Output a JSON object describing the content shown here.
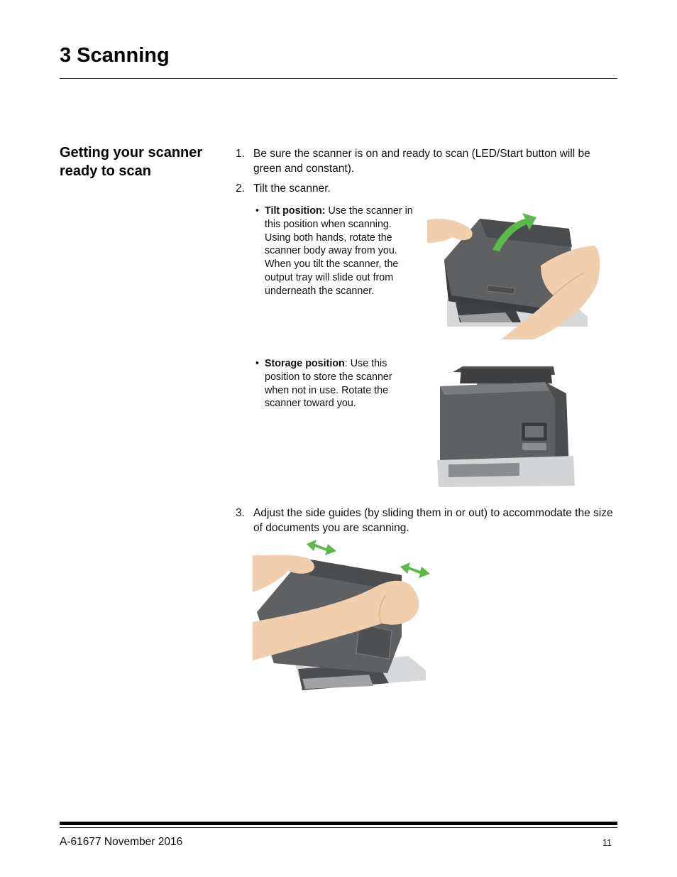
{
  "chapter": {
    "title": "3 Scanning"
  },
  "section": {
    "heading": "Getting your scanner ready to scan"
  },
  "steps": [
    {
      "num": "1.",
      "text": "Be sure the scanner is on and ready to scan (LED/Start button will be green and constant)."
    },
    {
      "num": "2.",
      "text": "Tilt the scanner."
    },
    {
      "num": "3.",
      "text": "Adjust the side guides (by sliding them in or out) to accommodate the size of documents you are scanning."
    }
  ],
  "bullets": [
    {
      "bullet": "•",
      "label": "Tilt position:",
      "text": "Use the scanner in this position when scanning. Using both hands, rotate the scanner body away from you. When you tilt the scanner, the output tray will slide out from underneath the scanner."
    },
    {
      "bullet": "•",
      "label": "Storage position",
      "text": ": Use this position to store the scanner when not in use. Rotate the scanner toward you."
    }
  ],
  "footer": {
    "doc": "A-61677  November 2016",
    "page": "11"
  },
  "colors": {
    "accent_arrow": "#5cb84a",
    "skin": "#f1cfae",
    "scanner_body": "#5e6062"
  }
}
